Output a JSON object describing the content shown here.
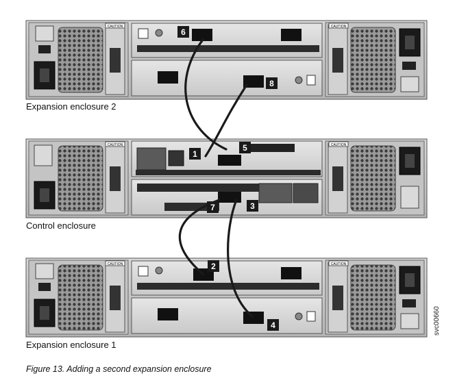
{
  "enclosures": {
    "expansion_2": "Expansion enclosure 2",
    "control": "Control enclosure",
    "expansion_1": "Expansion enclosure 1"
  },
  "callouts": [
    "1",
    "2",
    "3",
    "4",
    "5",
    "6",
    "7",
    "8"
  ],
  "caption": "Figure 13. Adding a second expansion enclosure",
  "image_code": "svc00660",
  "panel_text": {
    "caution": "CAUTION"
  },
  "cables": [
    {
      "from": "6",
      "to": "5"
    },
    {
      "from": "8",
      "to": "1"
    },
    {
      "from": "7",
      "to": "2"
    },
    {
      "from": "3",
      "to": "4"
    }
  ]
}
